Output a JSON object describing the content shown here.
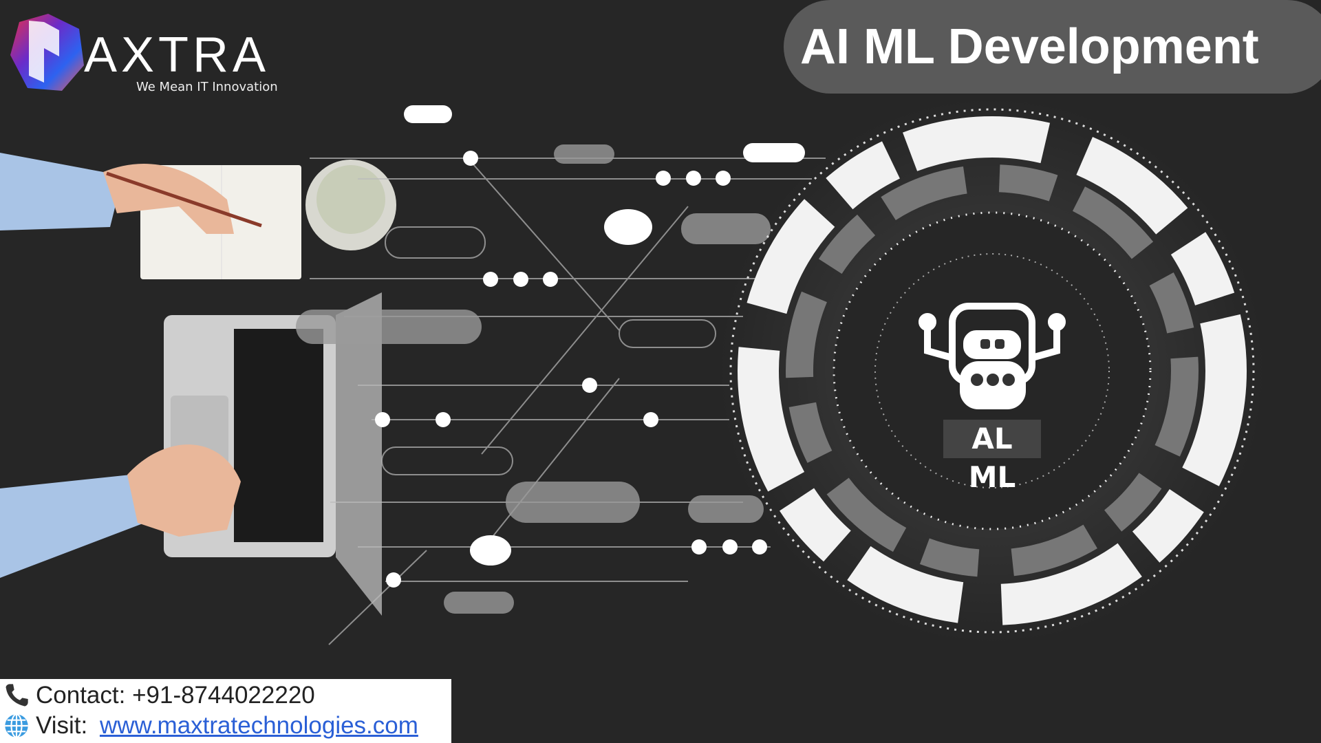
{
  "brand": {
    "name": "AXTRA",
    "tagline": "We Mean IT Innovation"
  },
  "title": "AI ML Development",
  "hero": {
    "badge_label": "AL ML",
    "icon": "robot-icon"
  },
  "contact": {
    "phone_label": "Contact: +91-8744022220",
    "visit_prefix": "Visit: ",
    "website": "www.maxtratechnologies.com",
    "phone_icon": "phone-icon",
    "web_icon": "globe-icon"
  },
  "colors": {
    "background": "#262626",
    "pill": "#5a5a5a",
    "link": "#2a5fd6"
  }
}
